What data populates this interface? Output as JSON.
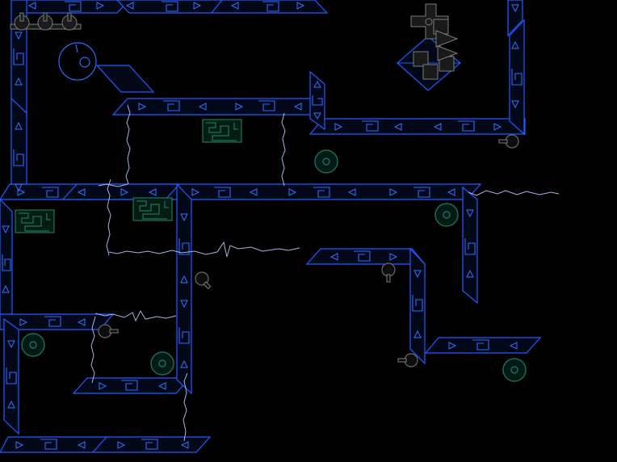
{
  "scene": {
    "title": "",
    "colors": {
      "background": "#000000",
      "track": "#1f5cff",
      "spark": "#b9c8ff",
      "panel": "#1f8a68",
      "turret": "#6a6a6a"
    },
    "entities": {
      "player_icon": "round-robot-player",
      "turret_icon": "grey-gun-turret",
      "disc_icon": "teal-target-disc",
      "panel_icon": "circuit-board-panel",
      "cluster_icon": "grey-block-cluster-boss"
    },
    "lives_shown": 3
  }
}
